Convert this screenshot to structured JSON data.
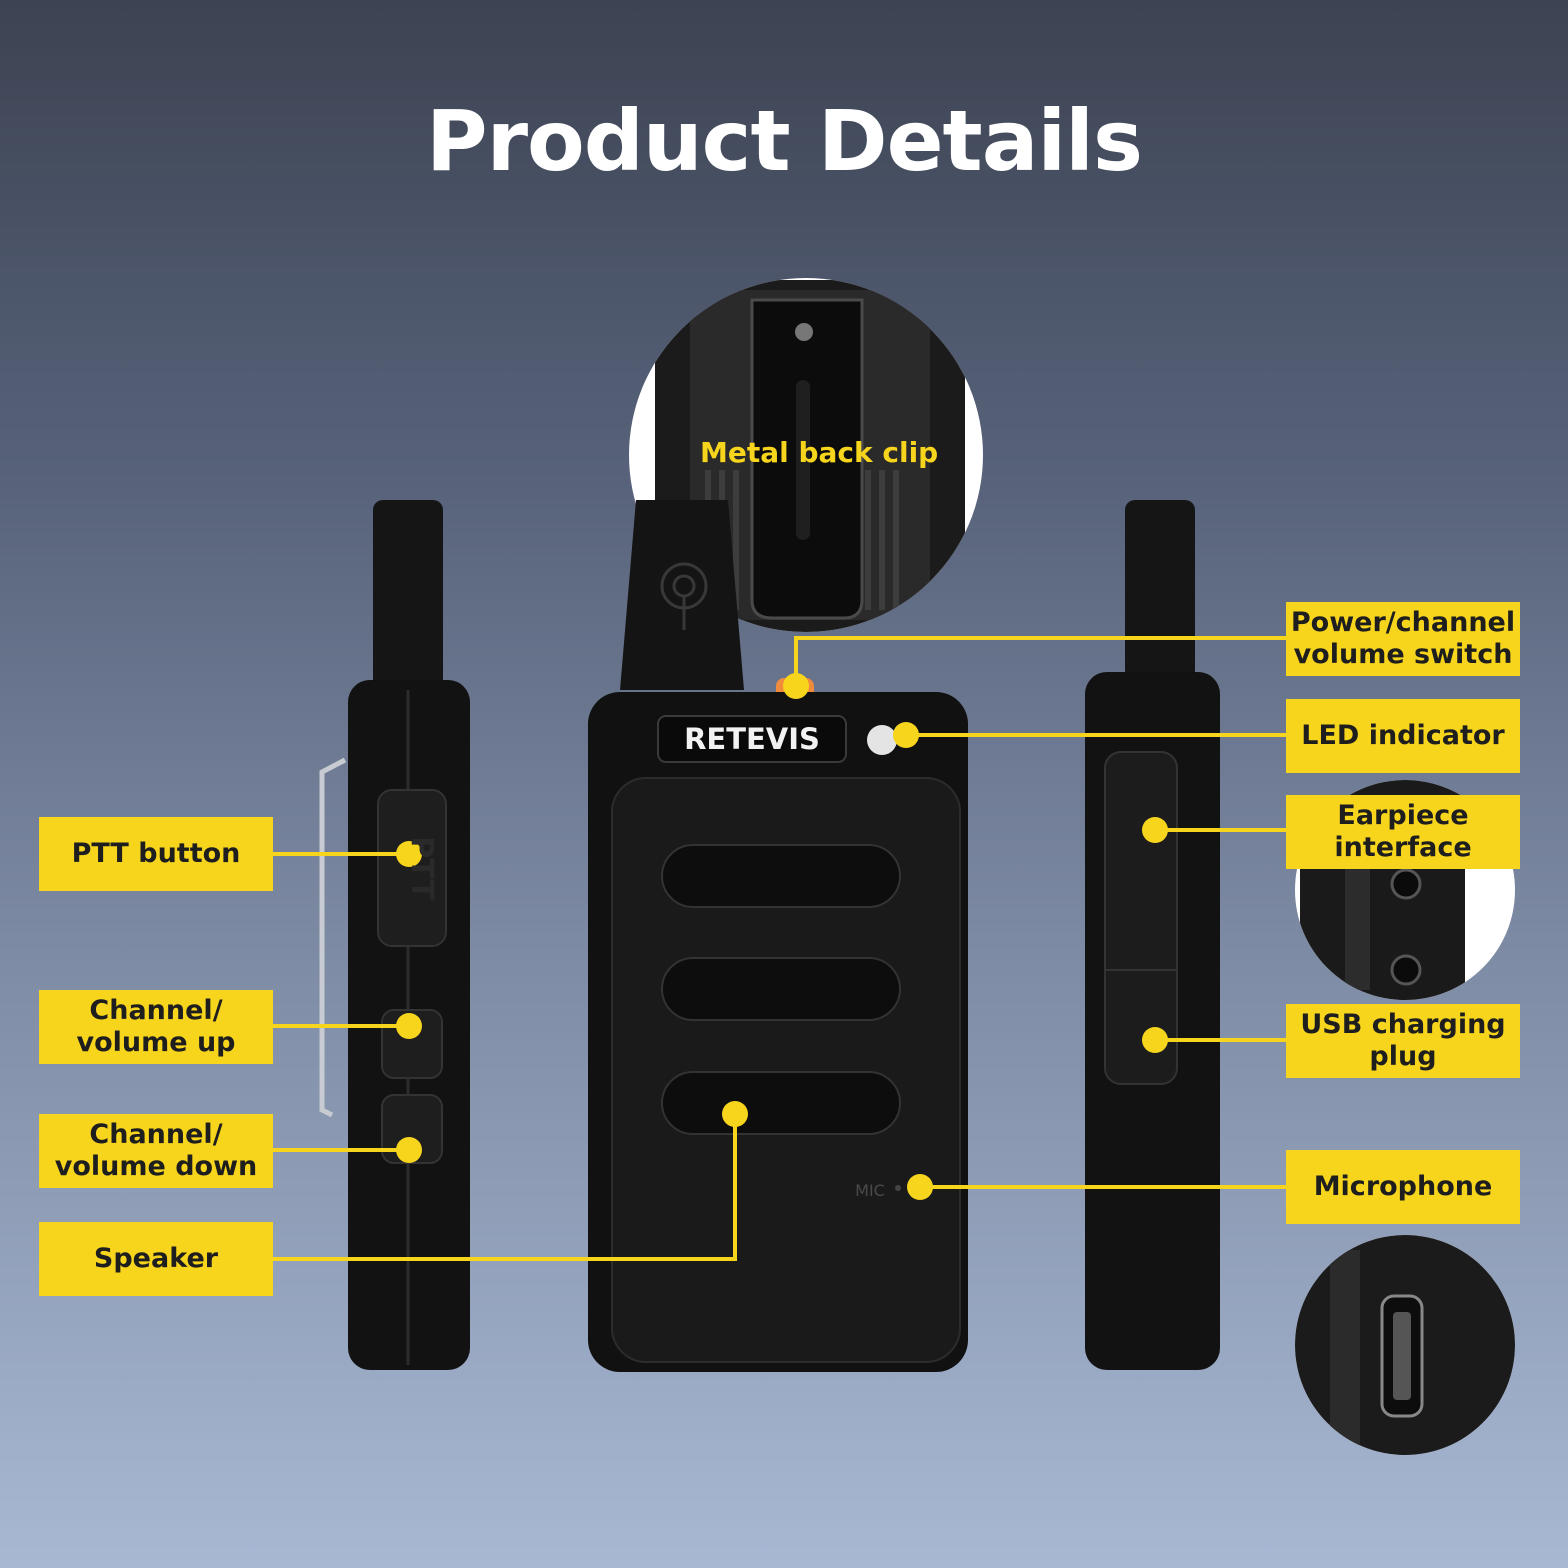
{
  "title": "Product Details",
  "brand": "RETEVIS",
  "mic_mark": "MIC",
  "ptt_mark": "PTT",
  "accent_color": "#f7d51d",
  "callouts": {
    "back_clip": "Metal back clip",
    "power_switch": "Power/channel volume switch",
    "led": "LED indicator",
    "earpiece": "Earpiece interface",
    "usb": "USB charging plug",
    "microphone": "Microphone",
    "ptt": "PTT button",
    "ch_up": "Channel/ volume up",
    "ch_down": "Channel/ volume down",
    "speaker": "Speaker"
  }
}
